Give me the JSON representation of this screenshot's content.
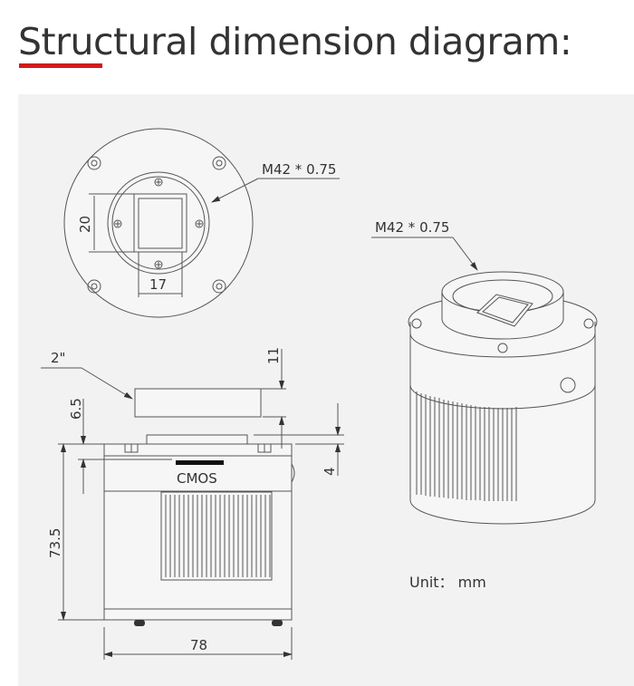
{
  "title": "Structural dimension diagram:",
  "accent_color": "#d21a1a",
  "front_view": {
    "thread_label": "M42 * 0.75",
    "dim_height": "20",
    "dim_width": "17"
  },
  "side_view": {
    "filter_label": "2\"",
    "dim_filter": "11",
    "dim_back_focus": "6.5",
    "dim_sensor": "4",
    "sensor_label": "CMOS",
    "dim_height": "73.5",
    "dim_width": "78"
  },
  "perspective_view": {
    "thread_label": "M42 * 0.75"
  },
  "unit_label": "Unit： mm"
}
